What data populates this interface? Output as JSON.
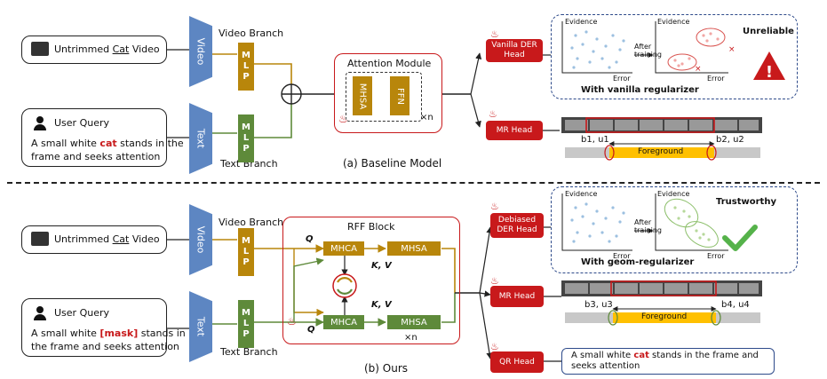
{
  "baseline": {
    "video_label_pre": "Untrimmed ",
    "video_label_cat": "Cat",
    "video_label_post": " Video",
    "user_query_title": "User Query",
    "query_line1_pre": "A small white ",
    "query_cat": "cat",
    "query_line1_post": " stands in the",
    "query_line2": "frame and seeks attention",
    "video_encoder": "Video",
    "text_encoder": "Text",
    "video_branch": "Video Branch",
    "text_branch": "Text Branch",
    "mlp": "MLP",
    "attention_title": "Attention Module",
    "mhsa": "MHSA",
    "ffn": "FFN",
    "times_n": "×n",
    "vanilla_head": "Vanilla DER Head",
    "mr_head": "MR Head",
    "evidence": "Evidence",
    "error": "Error",
    "after_training": "After training",
    "unreliable": "Unreliable",
    "regularizer": "With vanilla regularizer",
    "b1u1": "b1, u1",
    "b2u2": "b2, u2",
    "foreground": "Foreground",
    "caption": "(a) Baseline Model"
  },
  "ours": {
    "video_label_pre": "Untrimmed ",
    "video_label_cat": "Cat",
    "video_label_post": " Video",
    "user_query_title": "User Query",
    "query_line1_pre": "A small white ",
    "query_mask": "[mask]",
    "query_line1_post": " stands in",
    "query_line2": "the frame and seeks attention",
    "video_encoder": "Video",
    "text_encoder": "Text",
    "video_branch": "Video Branch",
    "text_branch": "Text Branch",
    "mlp": "MLP",
    "rff_title": "RFF Block",
    "q": "Q",
    "kv": "K, V",
    "mhca": "MHCA",
    "mhsa": "MHSA",
    "times_n": "×n",
    "debiased_head": "Debiased DER Head",
    "mr_head": "MR Head",
    "qr_head": "QR Head",
    "evidence": "Evidence",
    "error": "Error",
    "after_training": "After training",
    "trustworthy": "Trustworthy",
    "regularizer": "With geom-regularizer",
    "b3u3": "b3, u3",
    "b4u4": "b4, u4",
    "foreground": "Foreground",
    "qr_text_pre": "A small white ",
    "qr_text_cat": "cat",
    "qr_text_post": " stands in the frame and",
    "qr_text_line2": "seeks attention",
    "caption": "(b) Ours"
  },
  "colors": {
    "accent_red": "#c8191b",
    "gold": "#b8860b",
    "green": "#5e8a3a",
    "encoder_blue": "#5d86c2",
    "foreground_yellow": "#ffc000"
  }
}
